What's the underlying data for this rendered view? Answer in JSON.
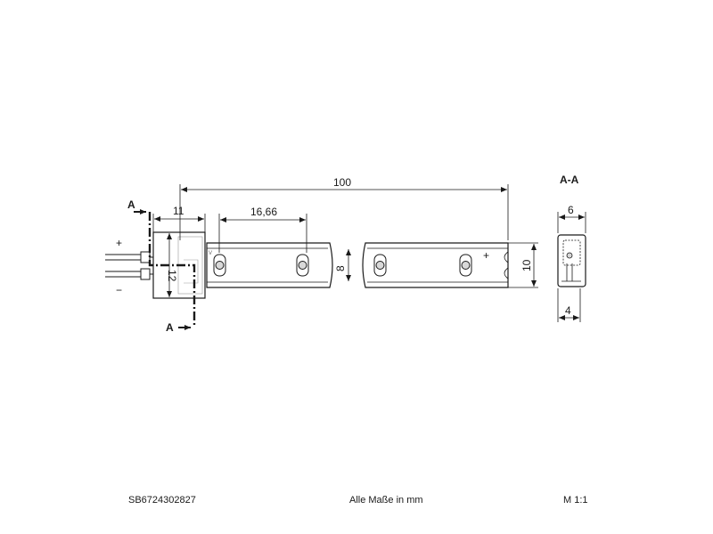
{
  "dimensions": {
    "overall_length": "100",
    "connector_length": "11",
    "led_pitch": "16,66",
    "strip_width": "8",
    "total_width": "10",
    "connector_width": "12",
    "section_width": "6",
    "section_height": "4"
  },
  "labels": {
    "section_view_title": "A-A",
    "section_marker": "A",
    "polarity_plus": "+",
    "polarity_minus": "−",
    "strip_plus_mark": "+",
    "strip_voltage_mark": "V"
  },
  "footer": {
    "article_code": "SB6724302827",
    "measure_note": "Alle Maße in mm",
    "scale": "M 1:1"
  },
  "colors": {
    "line": "#1a1a1a",
    "led_fill": "#d8d8d8",
    "strip_fill": "#ffffff"
  }
}
